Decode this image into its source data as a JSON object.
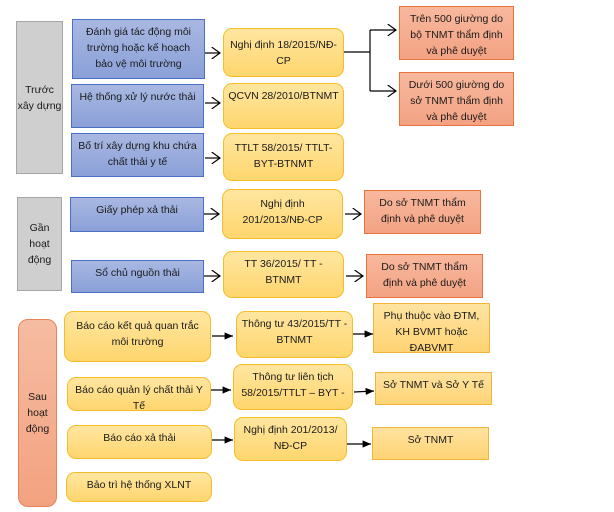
{
  "stages": [
    {
      "label": "Trước xây dựng"
    },
    {
      "label": "Gần hoạt động"
    },
    {
      "label": "Sau hoạt động"
    }
  ],
  "before": {
    "activities": [
      "Đánh giá tác động môi trường hoặc kế hoạch bảo vệ môi trường",
      "Hệ thống xử lý nước thải",
      "Bố trí xây dựng khu chứa chất thải y tế"
    ],
    "regulations": [
      "Nghị định 18/2015/NĐ-CP",
      "QCVN 28/2010/BTNMT",
      "TTLT 58/2015/ TTLT-BYT-BTNMT"
    ],
    "authorities": [
      "Trên 500 giường do bộ TNMT thẩm định và phê duyệt",
      "Dưới 500 giường do sở TNMT thẩm định và phê duyệt"
    ]
  },
  "near": {
    "activities": [
      "Giấy phép xả thải",
      "Sổ chủ nguồn thải"
    ],
    "regulations": [
      "Nghị định 201/2013/NĐ-CP",
      "TT 36/2015/ TT -BTNMT"
    ],
    "authorities": [
      "Do sở TNMT thẩm định và phê duyệt",
      "Do sở TNMT thẩm định và phê duyệt"
    ]
  },
  "after": {
    "activities": [
      "Báo cáo kết quả quan trắc môi trường",
      "Báo cáo quản lý chất thải Y Tế",
      "Báo cáo xả thải",
      "Bảo trì hệ thống XLNT"
    ],
    "regulations": [
      "Thông tư 43/2015/TT - BTNMT",
      "Thông tư liên tịch 58/2015/TTLT – BYT -",
      "Nghị định 201/2013/ NĐ-CP"
    ],
    "authorities": [
      "Phụ thuộc vào ĐTM, KH BVMT hoặc ĐABVMT",
      "Sở TNMT và Sở Y Tế",
      "Sở TNMT"
    ]
  }
}
